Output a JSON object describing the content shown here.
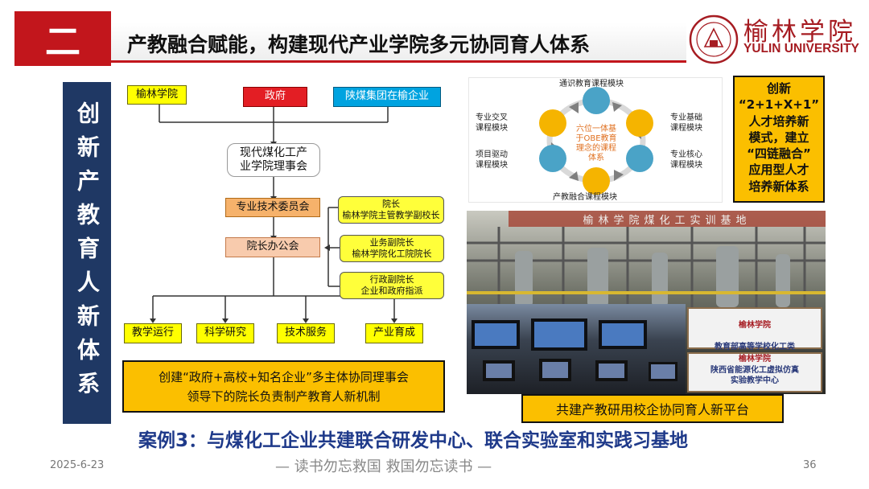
{
  "header": {
    "section_number": "二",
    "title": "产教融合赋能，构建现代产业学院多元协同育人体系"
  },
  "logo": {
    "name_cn": "榆林学院",
    "name_en": "YULIN UNIVERSITY"
  },
  "side_panel": {
    "text": "创新产教育人新体系"
  },
  "org_chart": {
    "top_left": "榆林学院",
    "top_middle": "政府",
    "top_right": "陕煤集团在榆企业",
    "council": "现代煤化工产\n业学院理事会",
    "committee": "专业技术委员会",
    "office": "院长办公会",
    "dean": "院长\n榆林学院主管教学副校长",
    "deputy_dean_business": "业务副院长\n榆林学院化工院院长",
    "deputy_dean_admin": "行政副院长\n企业和政府指派",
    "bottom_units": [
      "教学运行",
      "科学研究",
      "技术服务",
      "产业育成"
    ]
  },
  "cycle_diagram": {
    "center": "六位一体基\n于OBE教育\n理念的课程\n体系",
    "modules": [
      "通识教育课程模块",
      "专业基础\n课程模块",
      "专业核心\n课程模块",
      "产教融合课程模块",
      "项目驱动\n课程模块",
      "专业交叉\n课程模块"
    ]
  },
  "innovation_box": {
    "text": "创新\n“2+1+X+1”\n人才培养新\n模式，建立\n“四链融合”\n应用型人才\n培养新体系"
  },
  "photo": {
    "banner": "榆林学院煤化工实训基地",
    "plaque_1": {
      "seal": "榆林学院",
      "text": "教育部高等学校化工类\n专业教学指导委员会\n指定实习基地"
    },
    "plaque_2": {
      "seal": "榆林学院",
      "text": "陕西省能源化工虚拟仿真\n实验教学中心"
    }
  },
  "captions": {
    "left": "创建“政府+高校+知名企业”多主体协同理事会\n领导下的院长负责制产教育人新机制",
    "right": "共建产教研用校企协同育人新平台"
  },
  "case_title": "案例3：与煤化工企业共建联合研发中心、联合实验室和实践习基地",
  "footer": {
    "date": "2025-6-23",
    "motto": "— 读书勿忘救国   救国勿忘读书 —",
    "page": "36"
  },
  "colors": {
    "brand_red": "#c2161c",
    "navy": "#1f3864",
    "caption_gold": "#fbbf00",
    "cycle_blue": "#4aa3c7",
    "cycle_gold": "#f5b400"
  }
}
